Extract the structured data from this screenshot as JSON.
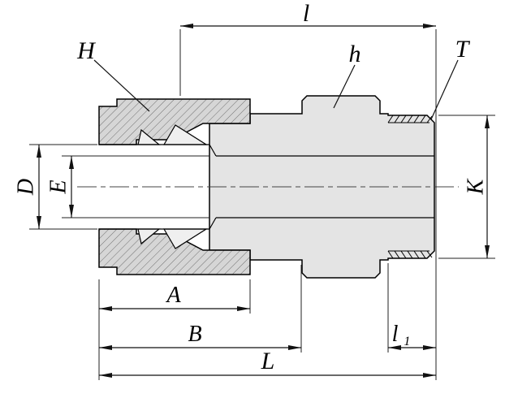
{
  "labels": {
    "H": "H",
    "h": "h",
    "T": "T",
    "l": "l",
    "D": "D",
    "E": "E",
    "K": "K",
    "A": "A",
    "B": "B",
    "L": "L",
    "l1_base": "l",
    "l1_sub": "1"
  }
}
